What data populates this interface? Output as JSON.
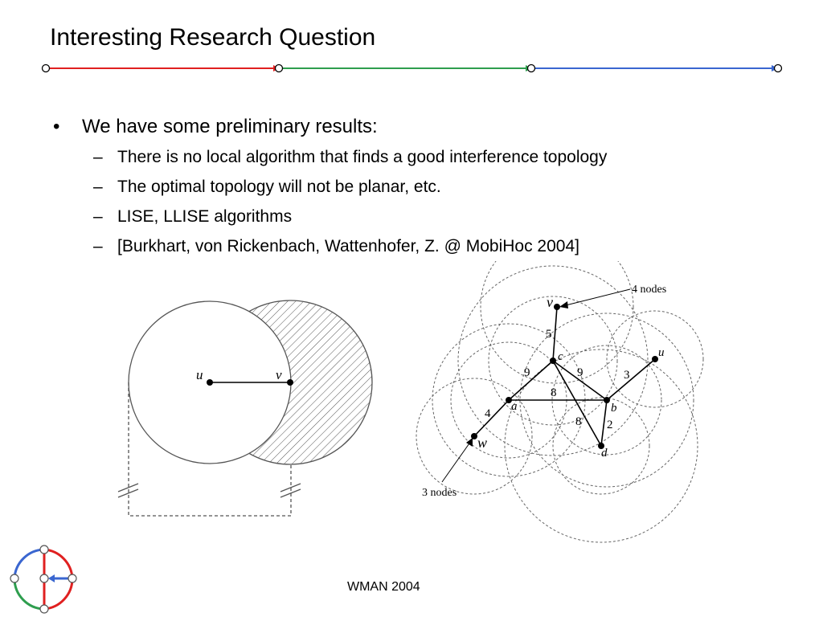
{
  "slide": {
    "title": "Interesting Research Question",
    "bullet": "We have some preliminary results:",
    "sub_bullets": [
      "There is no local algorithm that finds a good interference topology",
      "The optimal topology will not be planar, etc.",
      "LISE, LLISE algorithms",
      "[Burkhart, von Rickenbach, Wattenhofer, Z. @ MobiHoc 2004]"
    ],
    "footer": "WMAN 2004"
  },
  "figure_left": {
    "node_u": "u",
    "node_v": "v"
  },
  "figure_right": {
    "node_labels": {
      "v": "v",
      "c": "c",
      "u": "u",
      "a": "a",
      "b": "b",
      "w": "w",
      "d": "d"
    },
    "edge_weights": {
      "vc": "5",
      "ca": "9",
      "cb": "9",
      "ab": "8",
      "bu": "3",
      "aw": "4",
      "cd": "8",
      "bd": "2"
    },
    "annotation_top": "4 nodes",
    "annotation_bottom": "3 nodes"
  },
  "colors": {
    "header_red": "#e02020",
    "header_green": "#2e9e4e",
    "header_blue": "#3a66d0"
  }
}
